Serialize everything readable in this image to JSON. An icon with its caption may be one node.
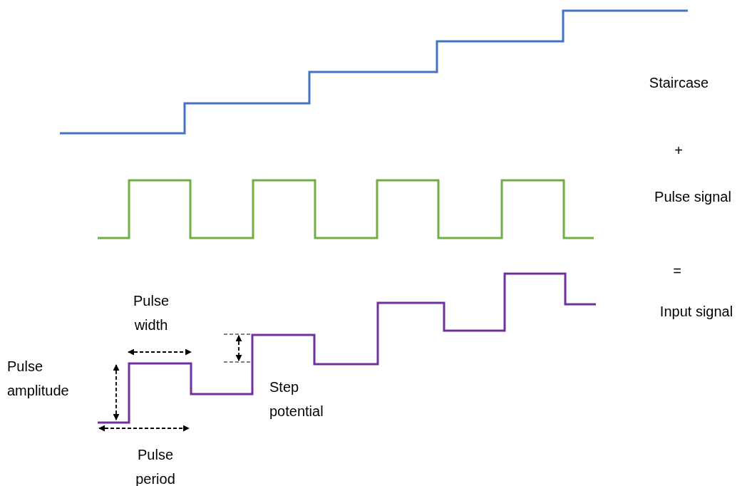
{
  "diagram": {
    "labels": [
      "Staircase",
      "+",
      "Pulse signal",
      "=",
      "Pulse width",
      "Input signal",
      "Pulse amplitude",
      "Step potential",
      "Pulse period"
    ]
  }
}
